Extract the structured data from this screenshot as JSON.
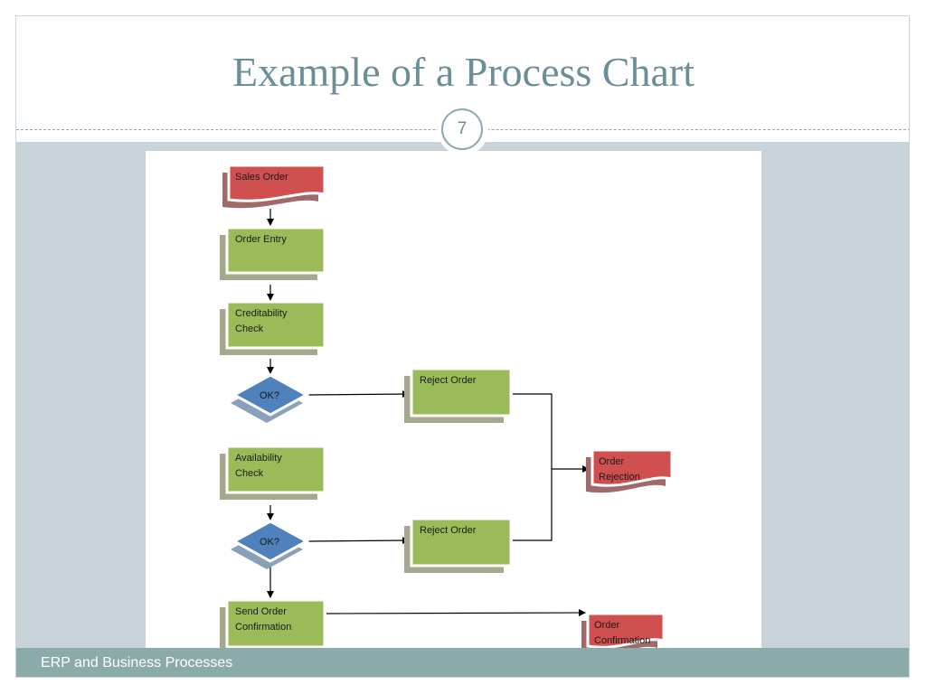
{
  "slide": {
    "title": "Example of a Process Chart",
    "page_number": "7",
    "footer": "ERP and Business Processes"
  },
  "diagram": {
    "nodes": {
      "sales_order": {
        "lines": [
          "Sales Order"
        ],
        "shape": "document",
        "color": "#d05050"
      },
      "order_entry": {
        "lines": [
          "Order Entry"
        ],
        "shape": "process",
        "color": "#9bbb59"
      },
      "creditability_check": {
        "lines": [
          "Creditability",
          "Check"
        ],
        "shape": "process",
        "color": "#9bbb59"
      },
      "ok_1": {
        "lines": [
          "OK?"
        ],
        "shape": "decision",
        "color": "#4f81bd"
      },
      "reject_order_1": {
        "lines": [
          "Reject Order"
        ],
        "shape": "process",
        "color": "#9bbb59"
      },
      "availability_check": {
        "lines": [
          "Availability",
          "Check"
        ],
        "shape": "process",
        "color": "#9bbb59"
      },
      "ok_2": {
        "lines": [
          "OK?"
        ],
        "shape": "decision",
        "color": "#4f81bd"
      },
      "reject_order_2": {
        "lines": [
          "Reject Order"
        ],
        "shape": "process",
        "color": "#9bbb59"
      },
      "order_rejection": {
        "lines": [
          "Order",
          "Rejection"
        ],
        "shape": "document",
        "color": "#d05050"
      },
      "send_order_confirmation": {
        "lines": [
          "Send Order",
          "Confirmation"
        ],
        "shape": "process",
        "color": "#9bbb59"
      },
      "order_confirmation": {
        "lines": [
          "Order",
          "Confirmation"
        ],
        "shape": "document",
        "color": "#d05050"
      }
    },
    "colors": {
      "process_shadow": "#a3a88f",
      "document_shadow": "#a06a6a",
      "decision_shadow": "#8aa0b8",
      "connector": "#000000"
    }
  }
}
